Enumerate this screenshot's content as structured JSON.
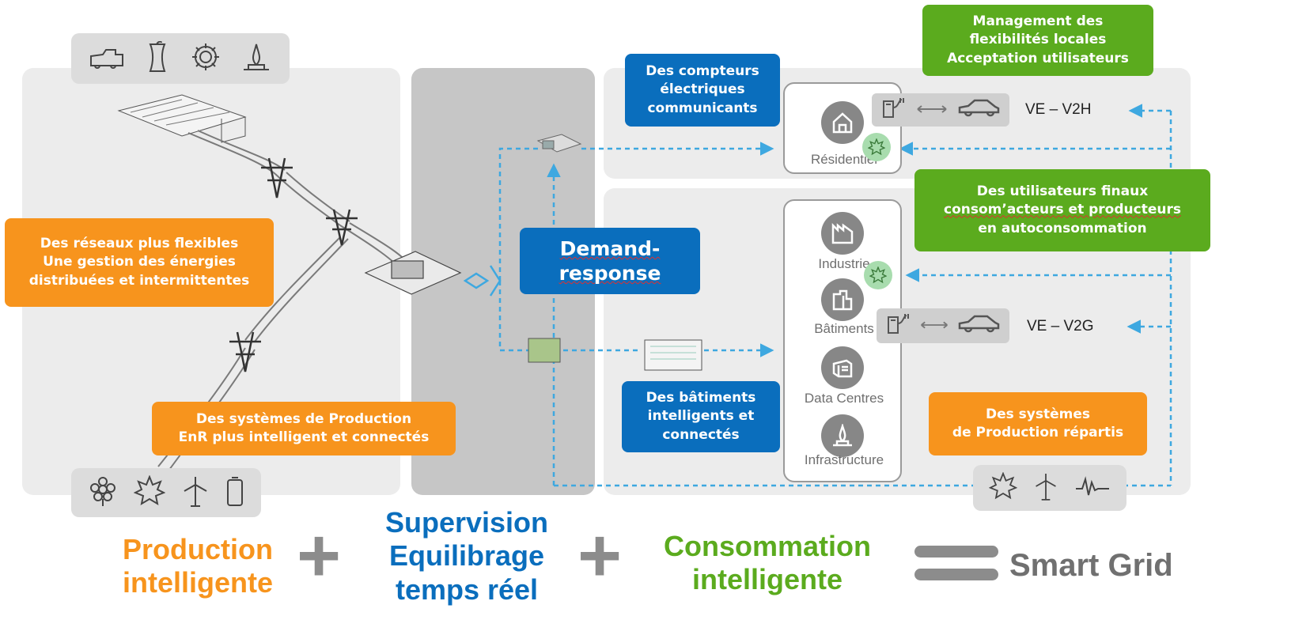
{
  "callouts": {
    "management": "Management des\nflexibilités locales\nAcceptation utilisateurs",
    "compteurs": "Des compteurs\nélectriques\ncommunicants",
    "reseaux": "Des réseaux plus flexibles\nUne gestion des énergies\ndistribuées et intermittentes",
    "utilisateurs_line1": "Des utilisateurs finaux",
    "utilisateurs_line2": "consom’acteurs et producteurs",
    "utilisateurs_line3": "en autoconsommation",
    "demand_line1": "Demand-",
    "demand_line2": "response",
    "systemes_enr": "Des systèmes de Production\nEnR plus intelligent et connectés",
    "batiments": "Des bâtiments\nintelligents et\nconnectés",
    "systemes_repartis": "Des systèmes\nde Production répartis"
  },
  "consumers": {
    "residentiel": "Résidentiel",
    "industrie": "Industrie",
    "batiments": "Bâtiments",
    "data_centres": "Data Centres",
    "infrastructure": "Infrastructure"
  },
  "ev": {
    "v2h": "VE – V2H",
    "v2g": "VE – V2G"
  },
  "icons": {
    "top_production": [
      "conventional-plant-icon",
      "nuclear-cooling-tower-icon",
      "gear-icon",
      "gas-flame-icon"
    ],
    "bottom_production": [
      "biomass-flower-icon",
      "solar-sun-icon",
      "wind-turbine-icon",
      "battery-icon"
    ],
    "distributed": [
      "solar-sun-icon",
      "wind-turbine-icon",
      "grid-signal-icon"
    ]
  },
  "equation": {
    "production": "Production\nintelligente",
    "supervision": "Supervision\nEquilibrage\ntemps réel",
    "consommation": "Consommation\nintelligente",
    "result": "Smart Grid"
  },
  "colors": {
    "orange": "#f7941d",
    "green": "#5bab1e",
    "blue": "#0a6ebd",
    "link_blue": "#3ea8e0",
    "plus_gray": "#8c8c8c"
  }
}
